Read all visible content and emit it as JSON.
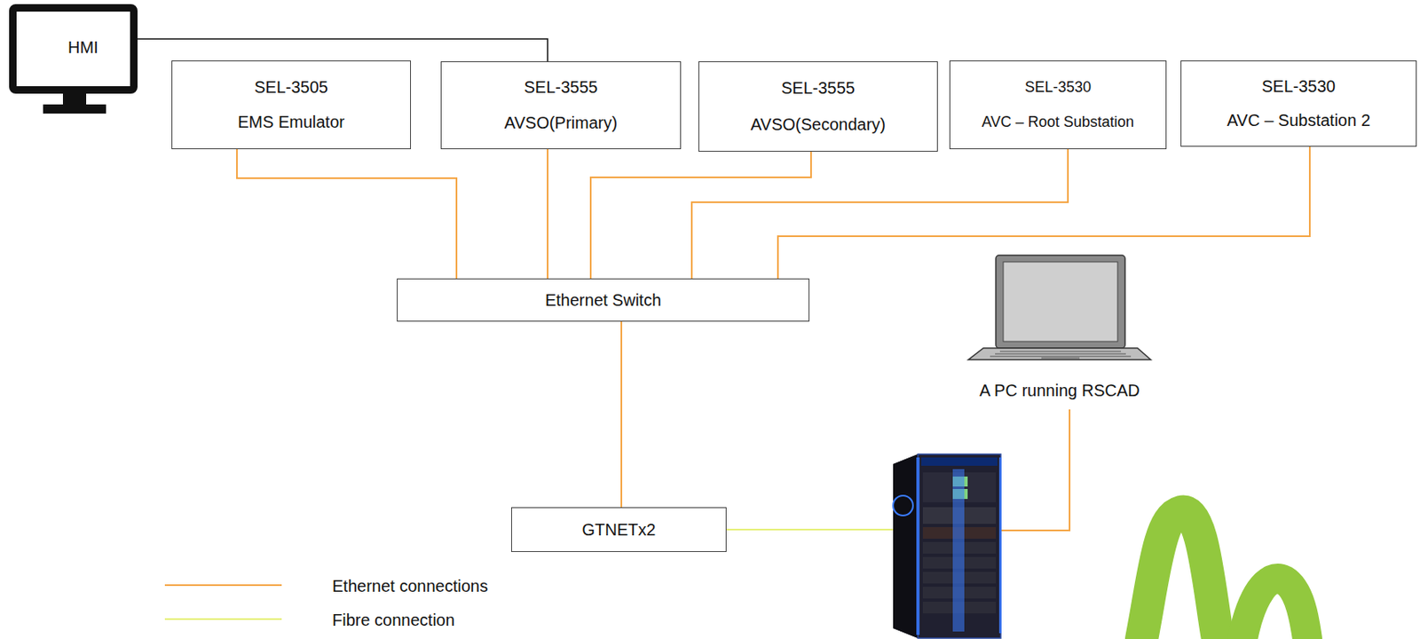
{
  "diagram": {
    "nodes": [
      {
        "text": [
          "HMI"
        ]
      },
      {
        "text": [
          "SEL-3505",
          "EMS Emulator"
        ]
      },
      {
        "text": [
          "SEL-3555",
          "AVSO(Primary)"
        ]
      },
      {
        "text": [
          "SEL-3555",
          "AVSO(Secondary)"
        ]
      },
      {
        "text": [
          "SEL-3530",
          "AVC – Root Substation"
        ]
      },
      {
        "text": [
          "SEL-3530",
          "AVC – Substation 2"
        ]
      },
      {
        "text": [
          "Ethernet Switch"
        ]
      },
      {
        "text": [
          "GTNETx2"
        ]
      },
      {
        "text": [
          "A PC running RSCAD"
        ]
      }
    ],
    "edges": [
      {
        "from": 0,
        "to": 2,
        "arrow": "none"
      },
      {
        "from": 1,
        "to": 6,
        "arrow": "none"
      },
      {
        "from": 2,
        "to": 6,
        "arrow": "none"
      },
      {
        "from": 3,
        "to": 6,
        "arrow": "none"
      },
      {
        "from": 4,
        "to": 6,
        "arrow": "none"
      },
      {
        "from": 5,
        "to": 6,
        "arrow": "none"
      },
      {
        "from": 6,
        "to": 7,
        "arrow": "none"
      }
    ],
    "legend": [
      {
        "text": "Ethernet connections"
      },
      {
        "text": "Fibre connection"
      }
    ]
  }
}
